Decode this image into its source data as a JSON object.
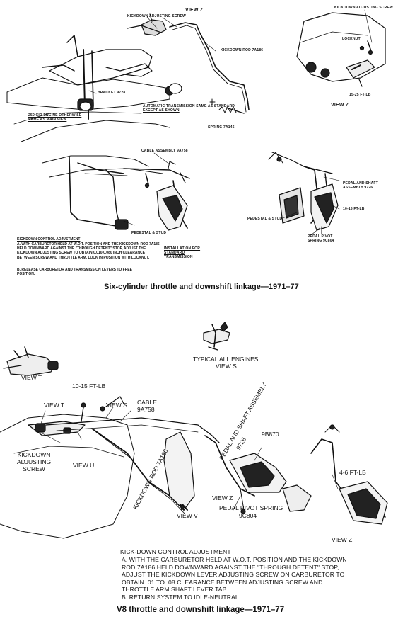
{
  "top": {
    "labels": {
      "view_z_top": "VIEW Z",
      "kickdown_adjusting_screw_left": "KICKDOWN ADJUSTING SCREW",
      "kickdown_rod": "KICKDOWN ROD 7A186",
      "bracket": "BRACKET 9728",
      "engine_note": "250 CID ENGINE OTHERWISE SAME AS MAIN VIEW",
      "auto_trans_note": "AUTOMATIC TRANSMISSION SAME AS STANDARD EXCEPT AS SHOWN",
      "spring": "SPRING 7A146",
      "kickdown_adjusting_screw_right": "KICKDOWN ADJUSTING SCREW",
      "locknut": "LOCKNUT",
      "torque_right": "15-25 FT-LB",
      "view_z_right": "VIEW Z",
      "cable_assembly": "CABLE ASSEMBLY 9A758",
      "pedestal_stud_left": "PEDESTAL & STUD",
      "installation_note": "INSTALLATION FOR STANDARD TRANSMISSION",
      "pedal_shaft": "PEDAL AND SHAFT ASSEMBLY 9726",
      "torque_lower_right": "10-15 FT-LB",
      "pedestal_stud_right": "PEDESTAL & STUD",
      "pedal_pivot_spring": "PEDAL PIVOT SPRING 9C804"
    },
    "adjustment": {
      "heading": "KICKDOWN CONTROL ADJUSTMENT",
      "step_a": "A. WITH CARBURETOR HELD AT W.O.T. POSITION AND THE KICKDOWN ROD 7A186 HELD DOWNWARD AGAINST THE \"THROUGH DETENT\" STOP, ADJUST THE KICKDOWN ADJUSTING SCREW TO OBTAIN 0.010-0.080 INCH CLEARANCE BETWEEN SCREW AND THROTTLE ARM. LOCK IN POSITION WITH LOCKNUT.",
      "step_b": "B. RELEASE CARBURETOR AND TRANSMISSION LEVERS TO FREE POSITION."
    },
    "caption": "Six-cylinder throttle and downshift linkage—1971–77"
  },
  "bottom": {
    "labels": {
      "view_t_detail": "VIEW T",
      "typical_all_engines": "TYPICAL ALL ENGINES",
      "view_s_detail": "VIEW S",
      "torque_top": "10-15 FT-LB",
      "view_t": "VIEW T",
      "view_s": "VIEW S",
      "cable": "CABLE",
      "cable_part": "9A758",
      "pedal_shaft": "PEDAL AND SHAFT ASSEMBLY",
      "pedal_shaft_part": "9726",
      "part_9b870": "9B870",
      "kickdown_adjusting_screw": "KICKDOWN ADJUSTING SCREW",
      "view_u": "VIEW U",
      "kickdown_rod": "KICKDOWN ROD 7A186",
      "torque_right": "4-6 FT-LB",
      "view_z_mid": "VIEW Z",
      "pedal_pivot_spring": "PEDAL PIVOT SPRING",
      "pedal_pivot_spring_part": "9C804",
      "view_v": "VIEW V",
      "view_z_bottom": "VIEW Z"
    },
    "adjustment": {
      "heading": "KICK-DOWN CONTROL ADJUSTMENT",
      "step_a": "A. WITH THE CARBURETOR HELD AT W.O.T. POSITION AND THE KICKDOWN ROD 7A186 HELD DOWNWARD AGAINST THE \"THROUGH DETENT\" STOP, ADJUST THE KICKDOWN LEVER ADJUSTING SCREW ON CARBURETOR TO OBTAIN .01 TO .08 CLEARANCE BETWEEN ADJUSTING SCREW AND THROTTLE ARM SHAFT LEVER TAB.",
      "step_b": "B. RETURN SYSTEM TO IDLE-NEUTRAL"
    },
    "caption": "V8 throttle and downshift linkage—1971–77"
  }
}
